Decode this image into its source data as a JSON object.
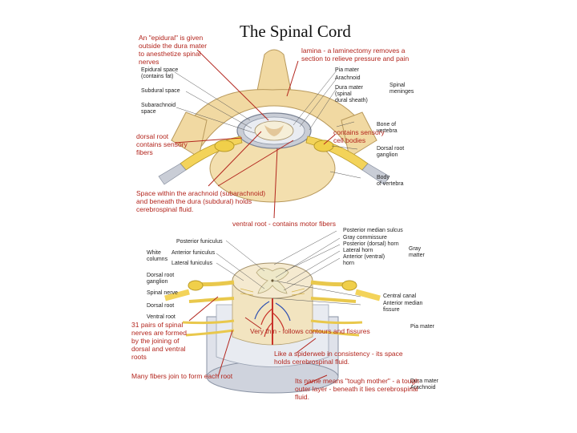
{
  "title": "The Spinal Cord",
  "colors": {
    "annotation": "#b3261e",
    "bone": "#f1d9a2",
    "nerve": "#f3d35a",
    "meninges": "#c9cdd6",
    "grey_matter": "#eee8c8"
  },
  "top_labels": {
    "epidural_space": "Epidural space\n(contains fat)",
    "subdural_space": "Subdural space",
    "subarachnoid_space": "Subarachnoid\nspace",
    "pia_mater": "Pia mater",
    "arachnoid": "Arachnoid",
    "dura_mater": "Dura mater\n(spinal\ndural sheath)",
    "spinal_meninges": "Spinal\nmeninges",
    "bone_of_vertebra": "Bone of\nvertebra",
    "dorsal_root_ganglion": "Dorsal root\nganglion",
    "body_of_vertebra": "Body\nof vertebra"
  },
  "bottom_labels": {
    "posterior_funiculus": "Posterior funiculus",
    "anterior_funiculus": "Anterior funiculus",
    "lateral_funiculus": "Lateral funiculus",
    "white_columns": "White\ncolumns",
    "dorsal_root_ganglion": "Dorsal root\nganglion",
    "spinal_nerve": "Spinal nerve",
    "dorsal_root": "Dorsal root",
    "ventral_root": "Ventral root",
    "posterior_median_sulcus": "Posterior median sulcus",
    "gray_commissure": "Gray commissure",
    "posterior_horn": "Posterior (dorsal) horn",
    "lateral_horn": "Lateral horn",
    "anterior_horn": "Anterior (ventral)\nhorn",
    "gray_matter": "Gray\nmatter",
    "central_canal": "Central canal",
    "anterior_median_fissure": "Anterior median\nfissure",
    "pia_mater": "Pia mater",
    "arachnoid": "Arachnoid",
    "dura_mater": "Dura mater"
  },
  "annotations": {
    "epidural": "An \"epidural\" is given\noutside the dura mater\nto anesthetize spinal\nnerves",
    "laminectomy": "lamina - a laminectomy removes a\nsection to relieve pressure and pain",
    "dorsal_root": "dorsal root\ncontains sensory\nfibers",
    "ganglion": "contains sensory\ncell bodies",
    "subarachnoid": "Space within the arachnoid (subarachnoid)\nand beneath the dura (subdural) holds\ncerebrospinal fluid.",
    "ventral_root": "ventral root - contains motor fibers",
    "pairs": "31 pairs of spinal\nnerves are formed\nby the joining of\ndorsal and ventral\nroots",
    "pia": "Very thin - follows contours and fissures",
    "arachnoid": "Like a spiderweb in consistency - its space\nholds cerebrospinal fluid.",
    "many_fibers": "Many fibers join to form each root",
    "dura": "Its name means \"tough mother\" - a tough\nouter layer - beneath it lies cerebrospinal\nfluid."
  }
}
